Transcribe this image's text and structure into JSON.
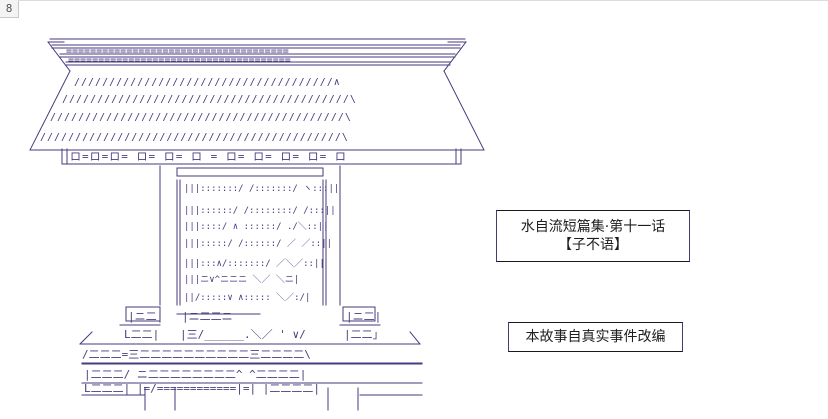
{
  "page_number": "8",
  "title": {
    "line1": "水自流短篇集·第十一话",
    "line2": "【子不语】"
  },
  "subtitle": "本故事自真实事件改编",
  "colors": {
    "art_ink": "#4a3a7e",
    "text": "#1e1e1e",
    "background": "#ffffff"
  }
}
